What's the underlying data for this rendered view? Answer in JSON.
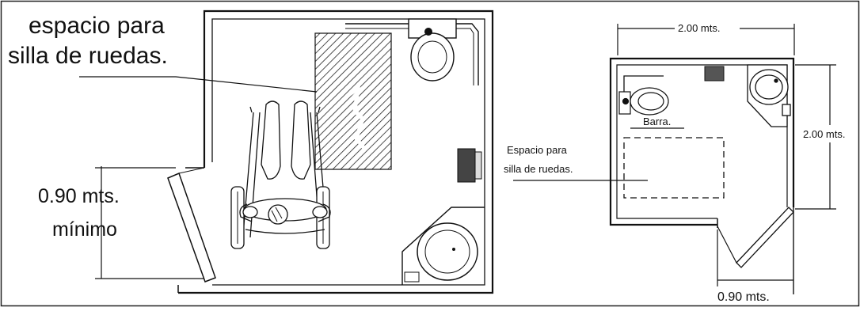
{
  "left_plan": {
    "wheelchair_space_label_line1": "espacio para",
    "wheelchair_space_label_line2": "silla de ruedas.",
    "door_width_label_line1": "0.90 mts.",
    "door_width_label_line2": "mínimo"
  },
  "right_plan": {
    "top_dimension": "2.00 mts.",
    "side_dimension": "2.00 mts.",
    "bar_label": "Barra.",
    "wheelchair_space_label_line1": "Espacio para",
    "wheelchair_space_label_line2": "silla  de ruedas.",
    "door_dimension": "0.90 mts."
  }
}
